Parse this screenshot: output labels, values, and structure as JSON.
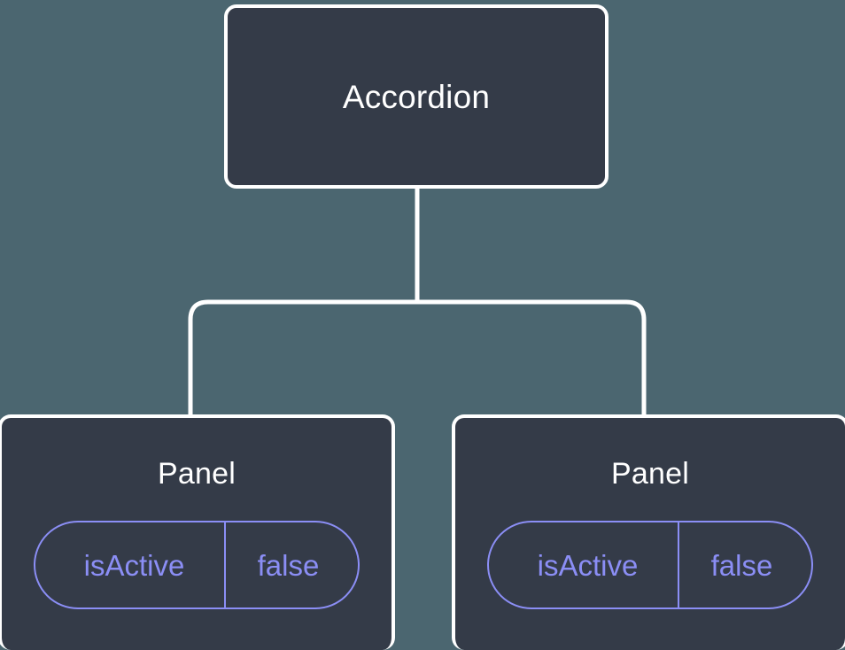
{
  "diagram": {
    "type": "component-tree",
    "background_color": "#4b6670",
    "node_fill_color": "#343b48",
    "node_border_color": "#ffffff",
    "edge_color": "#ffffff",
    "prop_color": "#8b8ef5",
    "root": {
      "title": "Accordion"
    },
    "children": [
      {
        "title": "Panel",
        "props": [
          {
            "key": "isActive",
            "value": "false"
          }
        ]
      },
      {
        "title": "Panel",
        "props": [
          {
            "key": "isActive",
            "value": "false"
          }
        ]
      }
    ]
  }
}
